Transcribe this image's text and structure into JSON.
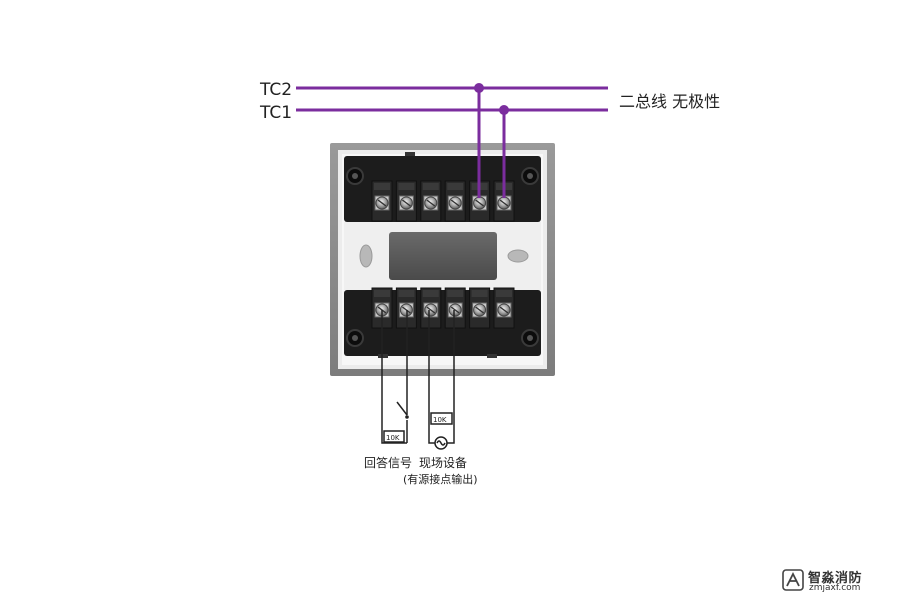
{
  "labels": {
    "tc2": "TC2",
    "tc1": "TC1",
    "bus": "二总线 无极性",
    "resistor_left": "10K",
    "resistor_right": "10K",
    "answer_signal": "回答信号",
    "field_device": "现场设备",
    "active_output": "(有源接点输出)"
  },
  "watermark": {
    "name": "智淼消防",
    "url": "zmjaxf.com"
  },
  "colors": {
    "bus_wire": "#7B2D9E",
    "field_wire": "#222222",
    "module_frame": "#8E8E8E",
    "terminal_block": "#1A1A1A"
  },
  "top_terminals": 6,
  "bottom_terminals": 6
}
